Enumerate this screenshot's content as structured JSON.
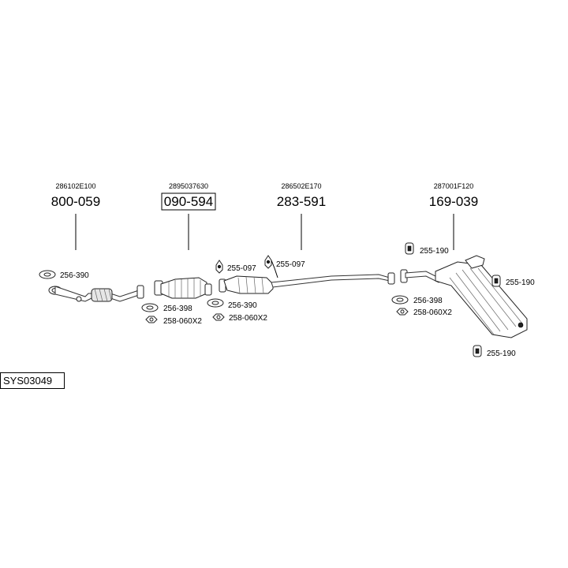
{
  "system_code": "SYS03049",
  "main_parts": [
    {
      "oem": "286102E100",
      "part_number": "800-059",
      "boxed": false
    },
    {
      "oem": "2895037630",
      "part_number": "090-594",
      "boxed": true
    },
    {
      "oem": "286502E170",
      "part_number": "283-591",
      "boxed": false
    },
    {
      "oem": "287001F120",
      "part_number": "169-039",
      "boxed": false
    }
  ],
  "accessories": [
    {
      "label": "256-390",
      "icon": "gasket-icon"
    },
    {
      "label": "256-398",
      "icon": "gasket-icon"
    },
    {
      "label": "258-060X2",
      "icon": "nut-icon"
    },
    {
      "label": "255-097",
      "icon": "rubber-mount-icon"
    },
    {
      "label": "255-097",
      "icon": "rubber-mount-icon"
    },
    {
      "label": "256-390",
      "icon": "gasket-icon"
    },
    {
      "label": "258-060X2",
      "icon": "nut-icon"
    },
    {
      "label": "255-190",
      "icon": "rubber-mount-icon"
    },
    {
      "label": "255-190",
      "icon": "rubber-mount-icon"
    },
    {
      "label": "256-398",
      "icon": "gasket-icon"
    },
    {
      "label": "258-060X2",
      "icon": "nut-icon"
    },
    {
      "label": "255-190",
      "icon": "rubber-mount-icon"
    }
  ]
}
